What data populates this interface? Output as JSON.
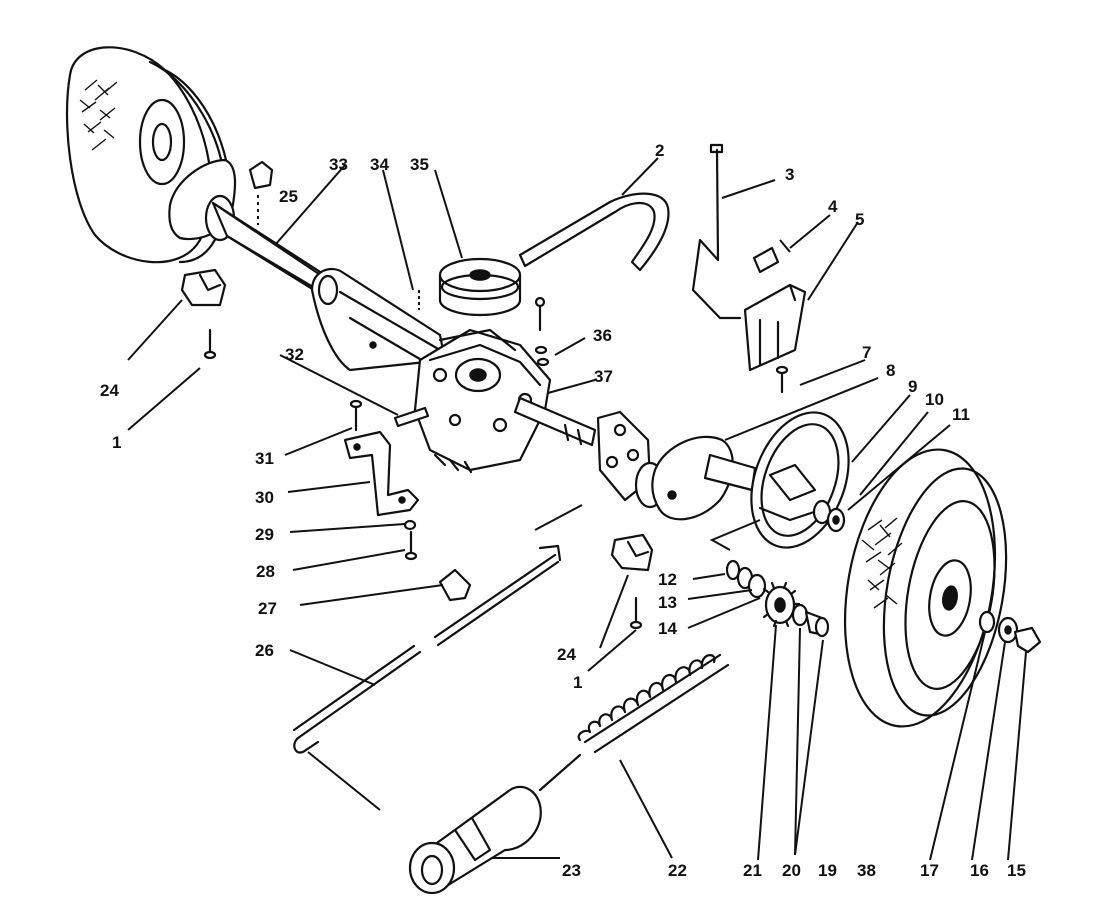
{
  "diagram": {
    "callouts": [
      {
        "id": "c1a",
        "text": "1"
      },
      {
        "id": "c1b",
        "text": "1"
      },
      {
        "id": "c2",
        "text": "2"
      },
      {
        "id": "c3",
        "text": "3"
      },
      {
        "id": "c4",
        "text": "4"
      },
      {
        "id": "c5",
        "text": "5"
      },
      {
        "id": "c7",
        "text": "7"
      },
      {
        "id": "c8",
        "text": "8"
      },
      {
        "id": "c9",
        "text": "9"
      },
      {
        "id": "c10",
        "text": "10"
      },
      {
        "id": "c11",
        "text": "11"
      },
      {
        "id": "c12",
        "text": "12"
      },
      {
        "id": "c13",
        "text": "13"
      },
      {
        "id": "c14",
        "text": "14"
      },
      {
        "id": "c15",
        "text": "15"
      },
      {
        "id": "c16",
        "text": "16"
      },
      {
        "id": "c17",
        "text": "17"
      },
      {
        "id": "c19",
        "text": "19"
      },
      {
        "id": "c20",
        "text": "20"
      },
      {
        "id": "c21",
        "text": "21"
      },
      {
        "id": "c22",
        "text": "22"
      },
      {
        "id": "c23",
        "text": "23"
      },
      {
        "id": "c24a",
        "text": "24"
      },
      {
        "id": "c24b",
        "text": "24"
      },
      {
        "id": "c25",
        "text": "25"
      },
      {
        "id": "c26",
        "text": "26"
      },
      {
        "id": "c27",
        "text": "27"
      },
      {
        "id": "c28",
        "text": "28"
      },
      {
        "id": "c29",
        "text": "29"
      },
      {
        "id": "c30",
        "text": "30"
      },
      {
        "id": "c31",
        "text": "31"
      },
      {
        "id": "c32",
        "text": "32"
      },
      {
        "id": "c33",
        "text": "33"
      },
      {
        "id": "c34",
        "text": "34"
      },
      {
        "id": "c35",
        "text": "35"
      },
      {
        "id": "c36",
        "text": "36"
      },
      {
        "id": "c37",
        "text": "37"
      },
      {
        "id": "c38",
        "text": "38"
      }
    ]
  }
}
